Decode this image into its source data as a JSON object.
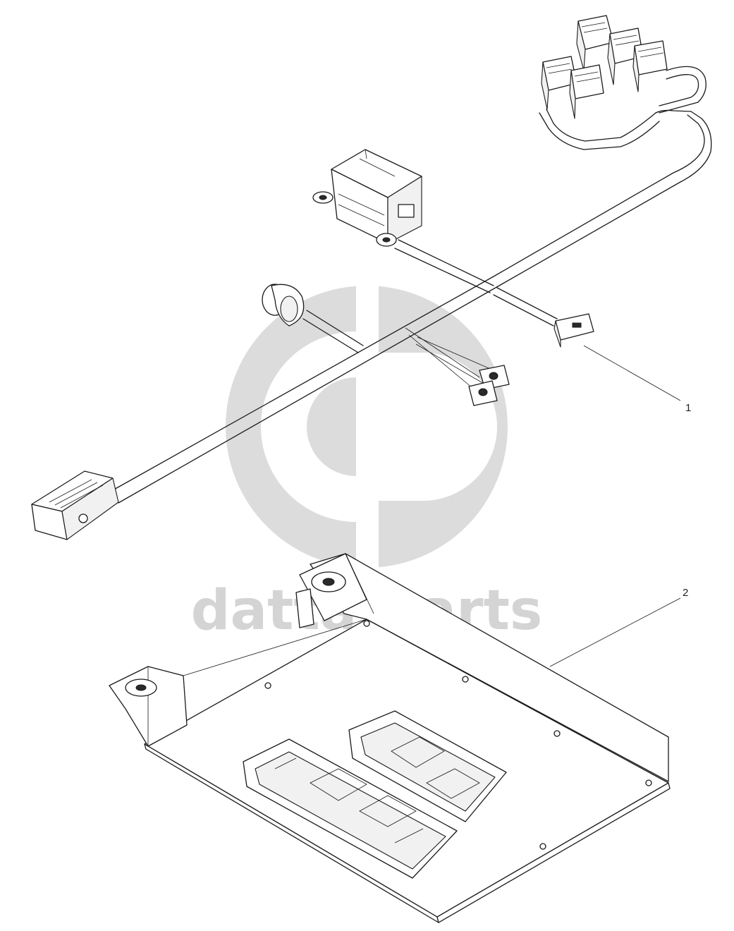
{
  "watermark": {
    "text": "datta-parts",
    "color": "#d4d4d4"
  },
  "callouts": [
    {
      "label": "1",
      "part": "wiring-harness"
    },
    {
      "label": "2",
      "part": "mounting-plate"
    }
  ],
  "colors": {
    "line": "#1a1a1a",
    "background": "#ffffff"
  }
}
